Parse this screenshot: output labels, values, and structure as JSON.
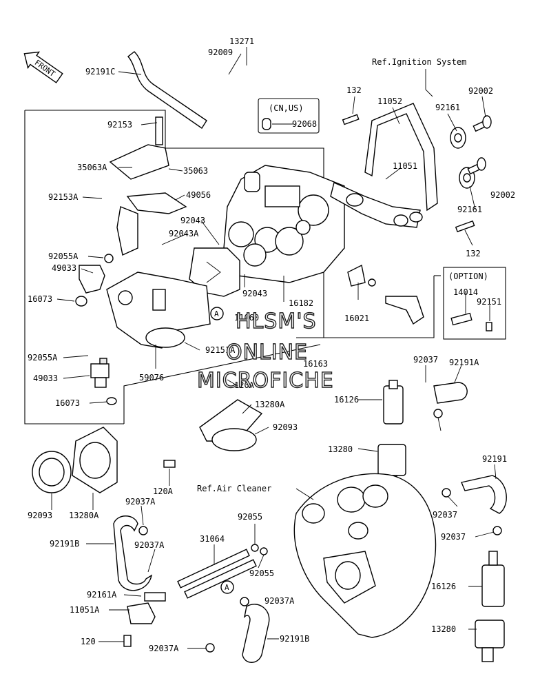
{
  "orientation": {
    "front_label": "FRONT"
  },
  "boxes": {
    "ref_ignition": "Ref.Ignition System",
    "ref_air_cleaner": "Ref.Air Cleaner",
    "cn_us": "(CN,US)",
    "option": "(OPTION)"
  },
  "callout": "A",
  "watermark": {
    "line1": "HLSM'S",
    "line2": "ONLINE",
    "line3": "MICROFICHE"
  },
  "part_labels": [
    "13271",
    "92009",
    "92191C",
    "132",
    "11052",
    "92161",
    "92002",
    "92153",
    "35063A",
    "35063",
    "92153A",
    "49056",
    "92068",
    "11051",
    "92043",
    "92043A",
    "92055A",
    "49033",
    "16073",
    "92043",
    "11060",
    "16182",
    "16021",
    "14014",
    "92151",
    "92151A",
    "16163",
    "92055A",
    "49033",
    "16073",
    "59076",
    "120A",
    "13280A",
    "92093",
    "92037",
    "92191A",
    "16126",
    "13280",
    "92093",
    "13280A",
    "120A",
    "92037A",
    "92191B",
    "92037A",
    "31064",
    "92055",
    "92055",
    "92161A",
    "11051A",
    "120",
    "92037A",
    "92037A",
    "92191B",
    "92191",
    "92037",
    "92037",
    "16126",
    "13280",
    "92161",
    "92002",
    "132"
  ]
}
